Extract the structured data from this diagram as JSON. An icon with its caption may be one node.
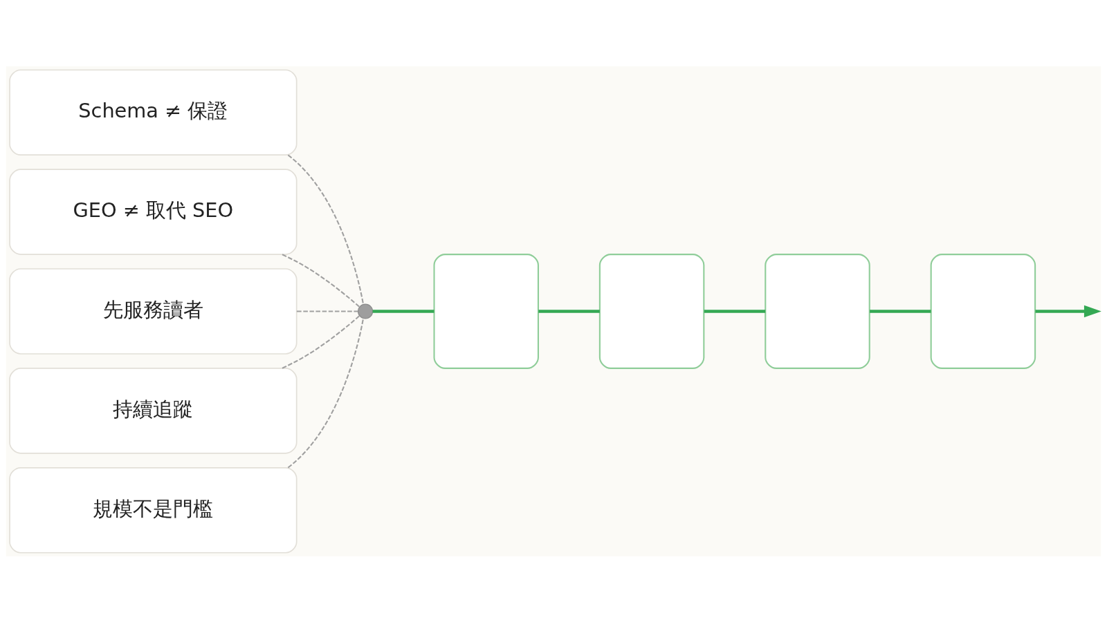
{
  "diagram": {
    "nodes": [
      {
        "text": [
          "Schema ≠ 保證"
        ]
      },
      {
        "text": [
          "GEO ≠ 取代 SEO"
        ]
      },
      {
        "text": [
          "先服務讀者"
        ]
      },
      {
        "text": [
          "持續追蹤"
        ]
      },
      {
        "text": [
          "規模不是門檻"
        ]
      },
      {
        "text": [],
        "shape": "circle"
      },
      {
        "text": [],
        "shape": "box"
      },
      {
        "text": [],
        "shape": "box"
      },
      {
        "text": [],
        "shape": "box"
      },
      {
        "text": [],
        "shape": "box"
      }
    ],
    "edges": [
      {
        "from": 0,
        "to": 5,
        "arrow": "none",
        "style": "dashed"
      },
      {
        "from": 1,
        "to": 5,
        "arrow": "none",
        "style": "dashed"
      },
      {
        "from": 2,
        "to": 5,
        "arrow": "none",
        "style": "dashed"
      },
      {
        "from": 3,
        "to": 5,
        "arrow": "none",
        "style": "dashed"
      },
      {
        "from": 4,
        "to": 5,
        "arrow": "none",
        "style": "dashed"
      },
      {
        "from": 5,
        "to": 6,
        "arrow": "none",
        "style": "thick",
        "color": "#34a853"
      },
      {
        "from": 6,
        "to": 7,
        "arrow": "none",
        "style": "thick",
        "color": "#34a853"
      },
      {
        "from": 7,
        "to": 8,
        "arrow": "none",
        "style": "thick",
        "color": "#34a853"
      },
      {
        "from": 8,
        "to": 9,
        "arrow": "none",
        "style": "thick",
        "color": "#34a853"
      },
      {
        "from": 9,
        "to": null,
        "arrow": "to",
        "style": "thick",
        "color": "#34a853"
      }
    ]
  }
}
